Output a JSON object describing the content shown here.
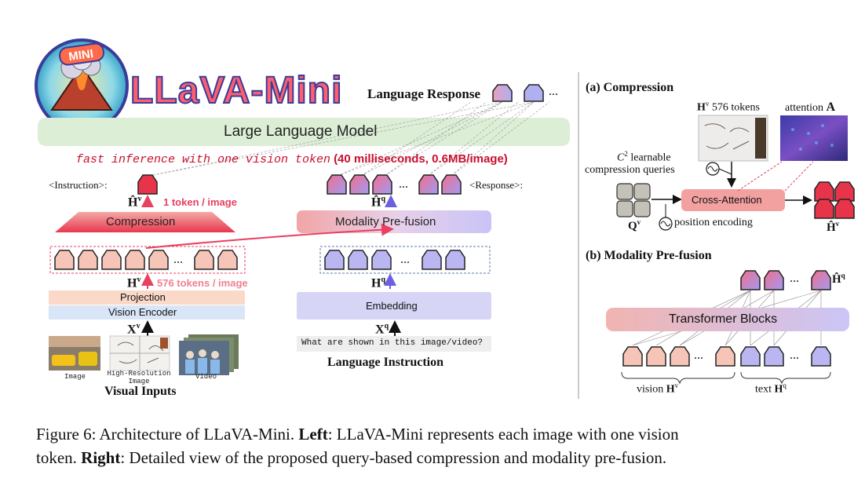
{
  "logo": {
    "badge": "MINI",
    "title": "LLaVA-Mini"
  },
  "left": {
    "language_response_label": "Language Response",
    "ellipsis": "...",
    "llm_label": "Large Language Model",
    "fast_inference_italic": "fast inference with one vision token",
    "fast_inference_bold": "(40 milliseconds, 0.6MB/image)",
    "instruction_tag": "<Instruction>:",
    "response_tag": "<Response>:",
    "h_hat_v": "Ĥ",
    "h_hat_q": "Ĥ",
    "sup_v": "v",
    "sup_q": "q",
    "one_token_label": "1 token / image",
    "compression_label": "Compression",
    "prefusion_label": "Modality Pre-fusion",
    "h_v": "H",
    "h_q": "H",
    "tokens_576_label": "576 tokens / image",
    "projection_label": "Projection",
    "vision_encoder_label": "Vision Encoder",
    "embedding_label": "Embedding",
    "x_v": "X",
    "x_q": "X",
    "instruction_text": "What are shown in this image/video?",
    "image_labels": [
      "Image",
      "High-Resolution\nImage",
      "Video"
    ],
    "visual_inputs_label": "Visual Inputs",
    "language_instruction_label": "Language Instruction"
  },
  "right": {
    "a_title": "(a) Compression",
    "hv_tokens": "576 tokens",
    "attention_label": "attention",
    "attention_symbol": "A",
    "c2_label": "learnable",
    "c2_label2": "compression queries",
    "c_symbol": "C",
    "cross_attention_label": "Cross-Attention",
    "qv_label": "Q",
    "position_encoding_label": "position encoding",
    "b_title": "(b) Modality Pre-fusion",
    "transformer_label": "Transformer Blocks",
    "vision_label": "vision",
    "text_label": "text"
  },
  "caption": {
    "fig_prefix": "Figure 6: Architecture of LLaVA-Mini.",
    "left_bold": "Left",
    "left_text": ": LLaVA-Mini represents each image with one vision",
    "line2_start": "token.",
    "right_bold": "Right",
    "right_text": ": Detailed view of the proposed query-based compression and modality pre-fusion."
  },
  "colors": {
    "vision_token": "#f7c5b8",
    "text_token": "#b9b6f2",
    "compressed_token": "#e8344a",
    "response_token_start": "#f08090",
    "response_token_end": "#9c9cf0",
    "llm_bar": "#dceed6",
    "projection": "#fbd9c9",
    "vision_encoder": "#d9e6f7",
    "embedding": "#d7d5f5",
    "arrow_red": "#e84060",
    "arrow_blue": "#6d5fe0"
  }
}
